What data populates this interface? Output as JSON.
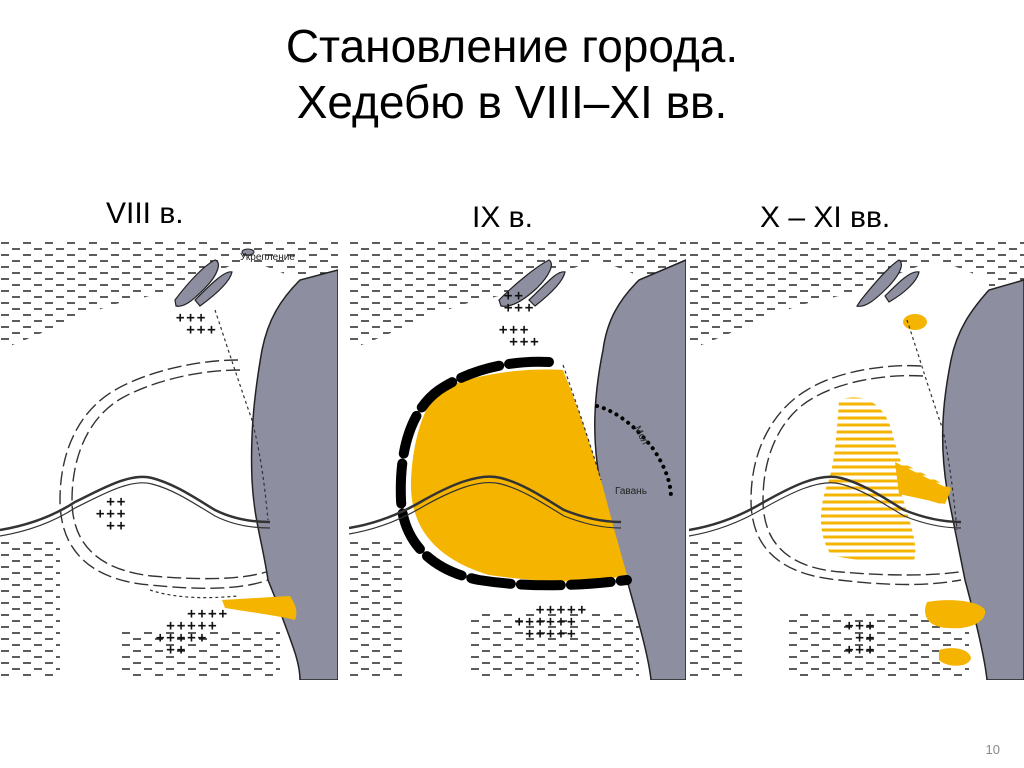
{
  "title": {
    "line1": "Становление города.",
    "line2": "Хедебю в VIII–XI вв."
  },
  "panels": [
    {
      "label": "VIII в.",
      "annotations": {
        "fort": "Укрепление"
      }
    },
    {
      "label": "IX в.",
      "annotations": {
        "mole": "Мол",
        "harbor": "Гавань"
      }
    },
    {
      "label": "X – XI вв."
    }
  ],
  "slide_number": "10",
  "colors": {
    "settlement": "#f5b400",
    "water": "#8d8fa0",
    "rampart": "#000000",
    "marsh": "#333333"
  }
}
